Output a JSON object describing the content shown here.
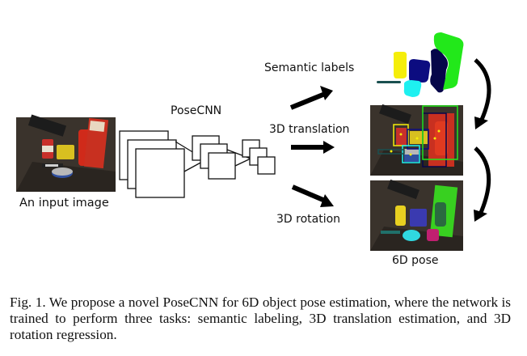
{
  "figure": {
    "input_label": "An input image",
    "network_label": "PoseCNN",
    "outputs": [
      {
        "label": "Semantic labels"
      },
      {
        "label": "3D translation"
      },
      {
        "label": "3D rotation"
      }
    ],
    "result_label": "6D pose",
    "caption": "Fig. 1.   We propose a novel PoseCNN for 6D object pose estimation, where the network is trained to perform three tasks: semantic labeling, 3D translation estimation, and 3D rotation regression.",
    "colors": {
      "yellow": "#f5ee0a",
      "navy": "#0c0c80",
      "dark_navy": "#06064a",
      "green": "#22e81a",
      "cyan": "#1ef0f0",
      "teal": "#1a5050",
      "table": "#2e2822",
      "red": "#e0301a"
    }
  }
}
